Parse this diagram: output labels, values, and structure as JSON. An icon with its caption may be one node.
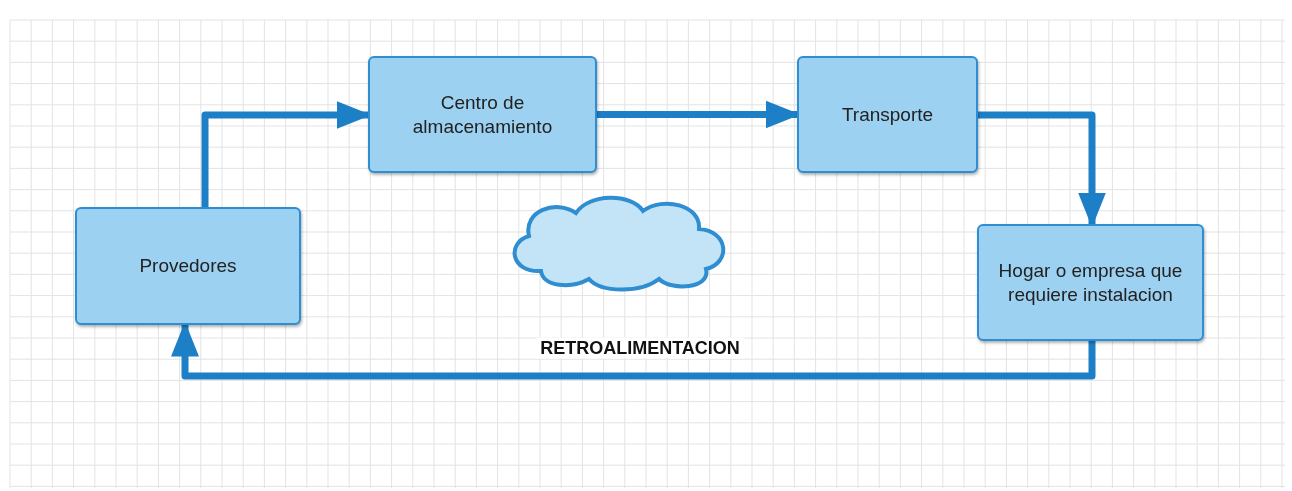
{
  "diagram": {
    "nodes": [
      {
        "text": [
          "Provedores"
        ]
      },
      {
        "text": [
          "Centro de almacenamiento"
        ]
      },
      {
        "text": [
          "Transporte"
        ]
      },
      {
        "text": [
          "Hogar o empresa que requiere instalacion"
        ]
      },
      {
        "text": [],
        "shape": "cloud"
      }
    ],
    "edges": [
      {
        "from": 0,
        "to": 1,
        "arrow": "to"
      },
      {
        "from": 1,
        "to": 2,
        "arrow": "to"
      },
      {
        "from": 2,
        "to": 3,
        "arrow": "to"
      },
      {
        "from": 3,
        "to": 0,
        "arrow": "to",
        "label": "RETROALIMENTACION"
      }
    ]
  }
}
